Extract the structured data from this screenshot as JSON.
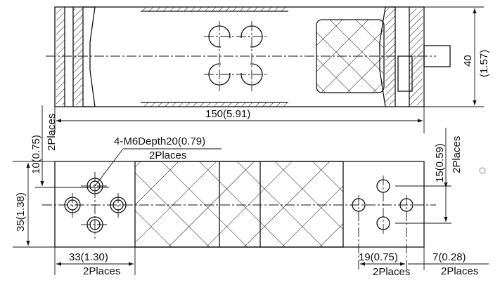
{
  "top_view": {
    "height_dim": "40",
    "height_dim_in": "(1.57)",
    "length_dim": "150(5.91)"
  },
  "bottom_view": {
    "edge_dim": "10(0.75)",
    "edge_places": "2Places",
    "width_dim": "35(1.38)",
    "thread_callout": "4-M6Depth20(0.79)",
    "thread_places": "2Places",
    "hole_offset_dim": "33(1.30)",
    "hole_offset_places": "2Places",
    "hole_spacing_dim": "19(0.75)",
    "hole_spacing_places": "2Places",
    "end_dim": "7(0.28)",
    "end_places": "2Places",
    "vertical_spacing_dim": "15(0.59)",
    "vertical_spacing_places": "2Places"
  }
}
